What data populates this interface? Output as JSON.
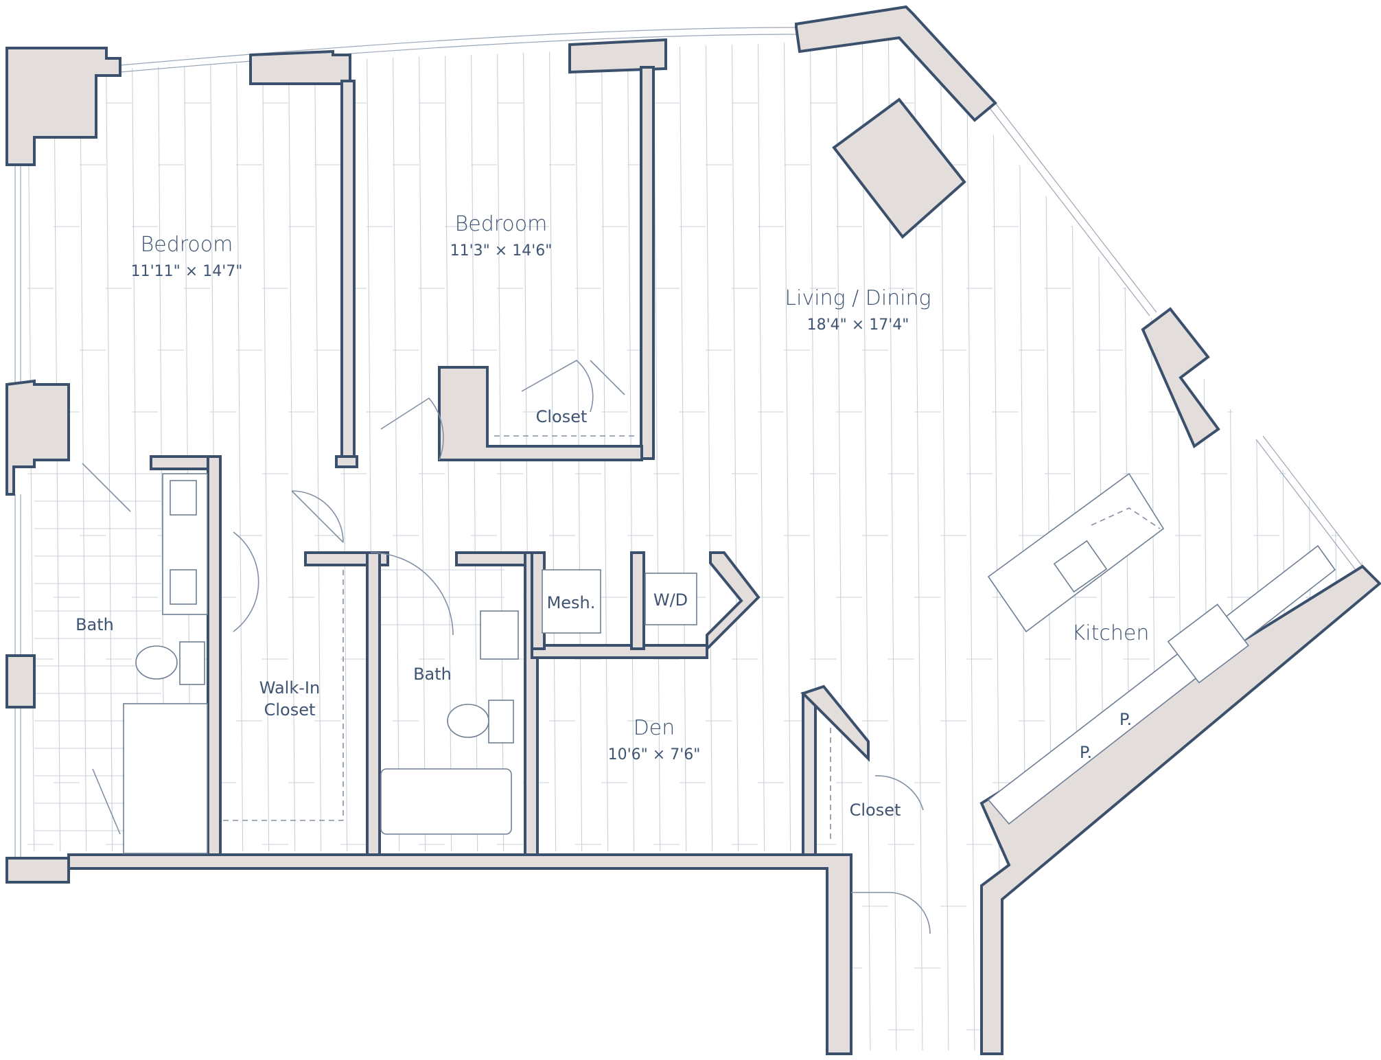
{
  "rooms": {
    "bedroom1": {
      "name": "Bedroom",
      "dims": "11'11\" × 14'7\""
    },
    "bedroom2": {
      "name": "Bedroom",
      "dims": "11'3\" × 14'6\""
    },
    "living": {
      "name": "Living / Dining",
      "dims": "18'4\" × 17'4\""
    },
    "den": {
      "name": "Den",
      "dims": "10'6\" × 7'6\""
    },
    "kitchen": {
      "name": "Kitchen"
    },
    "bath1": {
      "name": "Bath"
    },
    "bath2": {
      "name": "Bath"
    },
    "walkin": {
      "name_line1": "Walk-In",
      "name_line2": "Closet"
    },
    "closet_bedroom2": {
      "name": "Closet"
    },
    "closet_entry": {
      "name": "Closet"
    },
    "mesh": {
      "name": "Mesh."
    },
    "wd": {
      "name": "W/D"
    },
    "pantry1": {
      "name": "P."
    },
    "pantry2": {
      "name": "P."
    }
  },
  "colors": {
    "wall_fill": "#e3dedb",
    "wall_stroke": "#3b506c",
    "label": "#3e5472",
    "floor_plank": "#c9d0d9"
  },
  "icons": [
    "sink-icon",
    "toilet-icon",
    "bathtub-icon",
    "range-icon",
    "door-swing-icon"
  ]
}
